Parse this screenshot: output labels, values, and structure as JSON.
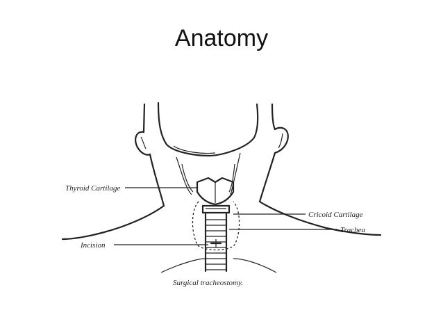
{
  "slide": {
    "title": "Anatomy"
  },
  "diagram": {
    "labels": {
      "thyroid_cartilage": "Thyroid Cartilage",
      "cricoid_cartilage": "Cricoid Cartilage",
      "trachea": "Trachea",
      "incision": "Incision"
    },
    "caption": "Surgical tracheostomy."
  }
}
